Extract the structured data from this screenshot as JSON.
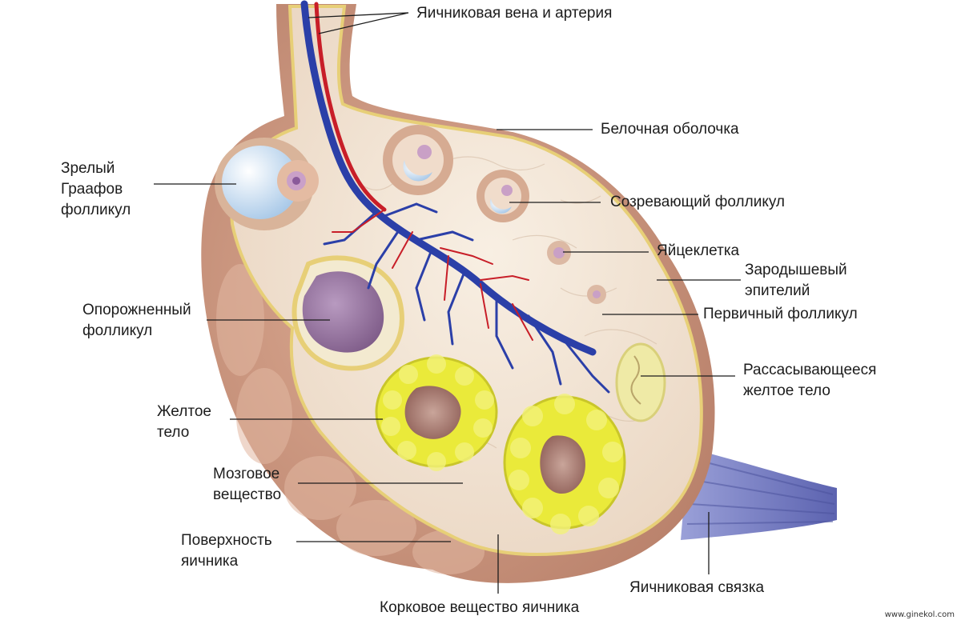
{
  "labels": {
    "vessels": "Яичниковая вена и артерия",
    "tunica": "Белочная оболочка",
    "graaf_1": "Зрелый",
    "graaf_2": "Граафов",
    "graaf_3": "фолликул",
    "maturing": "Созревающий фолликул",
    "oocyte": "Яйцеклетка",
    "germinal_1": "Зародышевый",
    "germinal_2": "эпителий",
    "primary": "Первичный фолликул",
    "empty_1": "Опорожненный",
    "empty_2": "фолликул",
    "regress_1": "Рассасывающееся",
    "regress_2": "желтое тело",
    "luteum_1": "Желтое",
    "luteum_2": "тело",
    "medulla_1": "Мозговое",
    "medulla_2": "вещество",
    "surface_1": "Поверхность",
    "surface_2": "яичника",
    "ligament": "Яичниковая связка",
    "cortex": "Корковое вещество яичника"
  },
  "watermark": "www.ginekol.com",
  "colors": {
    "tissue_outer": "#cf9a84",
    "tissue_inner": "#f1e3d2",
    "outline": "#e7cf77",
    "vein": "#2b3fa8",
    "artery": "#c81e28",
    "corpus_yellow": "#eaea3a",
    "follicle_ring": "#d9b49a",
    "antrum": "#bcd7ee",
    "ligament": "#7c83c6"
  }
}
